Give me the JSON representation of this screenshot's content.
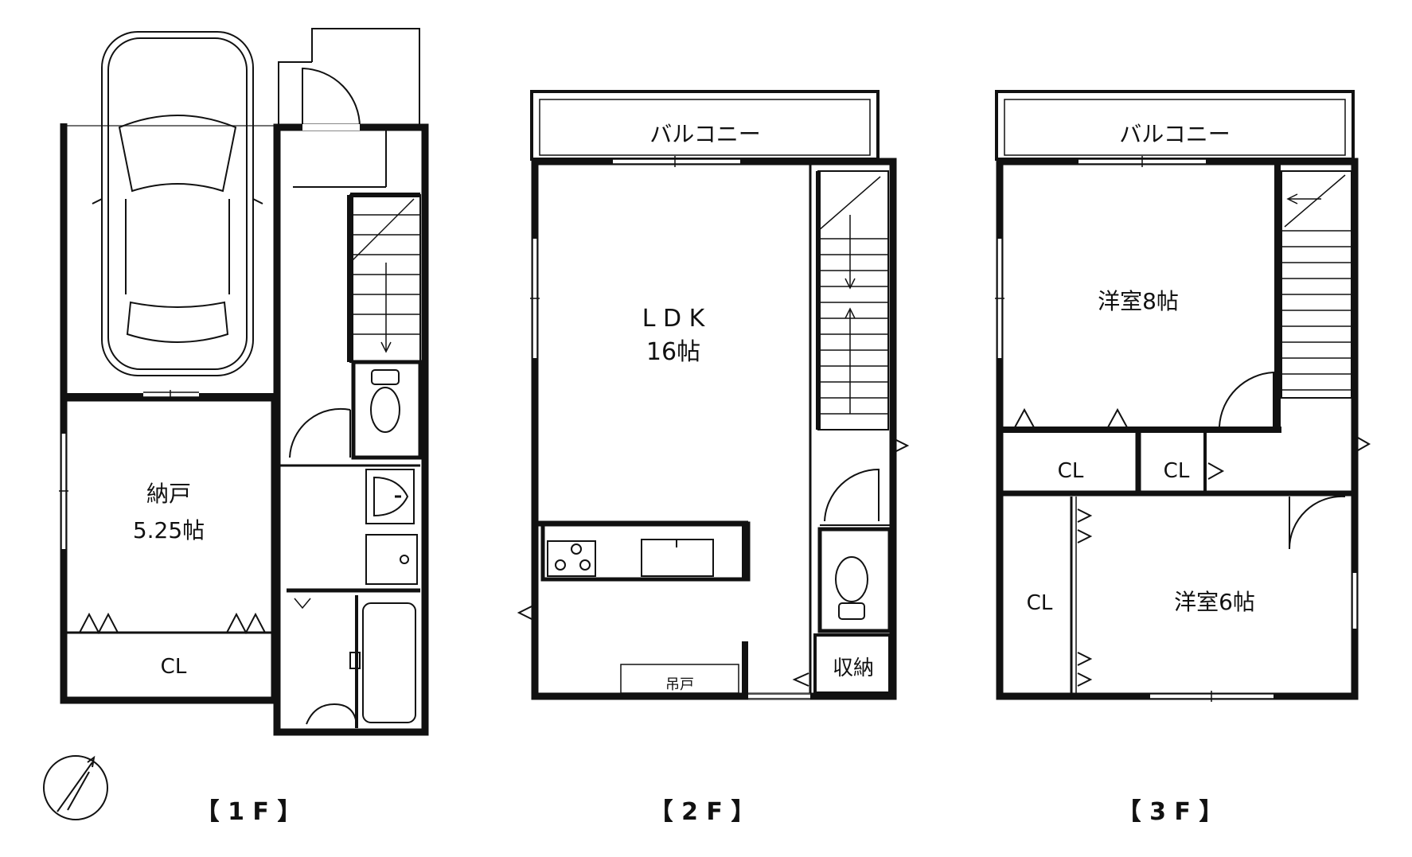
{
  "floors": {
    "f1": {
      "label": "【 1 F 】",
      "rooms": {
        "storage_name": "納戸",
        "storage_size": "5.25帖",
        "closet": "CL"
      }
    },
    "f2": {
      "label": "【 2 F 】",
      "balcony": "バルコニー",
      "rooms": {
        "ldk_name": "L D K",
        "ldk_size": "16帖",
        "hanging_cabinet": "吊戸",
        "storage": "収納"
      }
    },
    "f3": {
      "label": "【 3 F 】",
      "balcony": "バルコニー",
      "rooms": {
        "western_8": "洋室8帖",
        "western_6": "洋室6帖",
        "closet_a": "CL",
        "closet_b": "CL",
        "closet_c": "CL"
      }
    }
  },
  "icons": [
    "compass-north-icon",
    "car-icon",
    "toilet-icon",
    "sink-icon",
    "washer-icon",
    "bathtub-icon",
    "stove-icon",
    "stairs-icon"
  ]
}
